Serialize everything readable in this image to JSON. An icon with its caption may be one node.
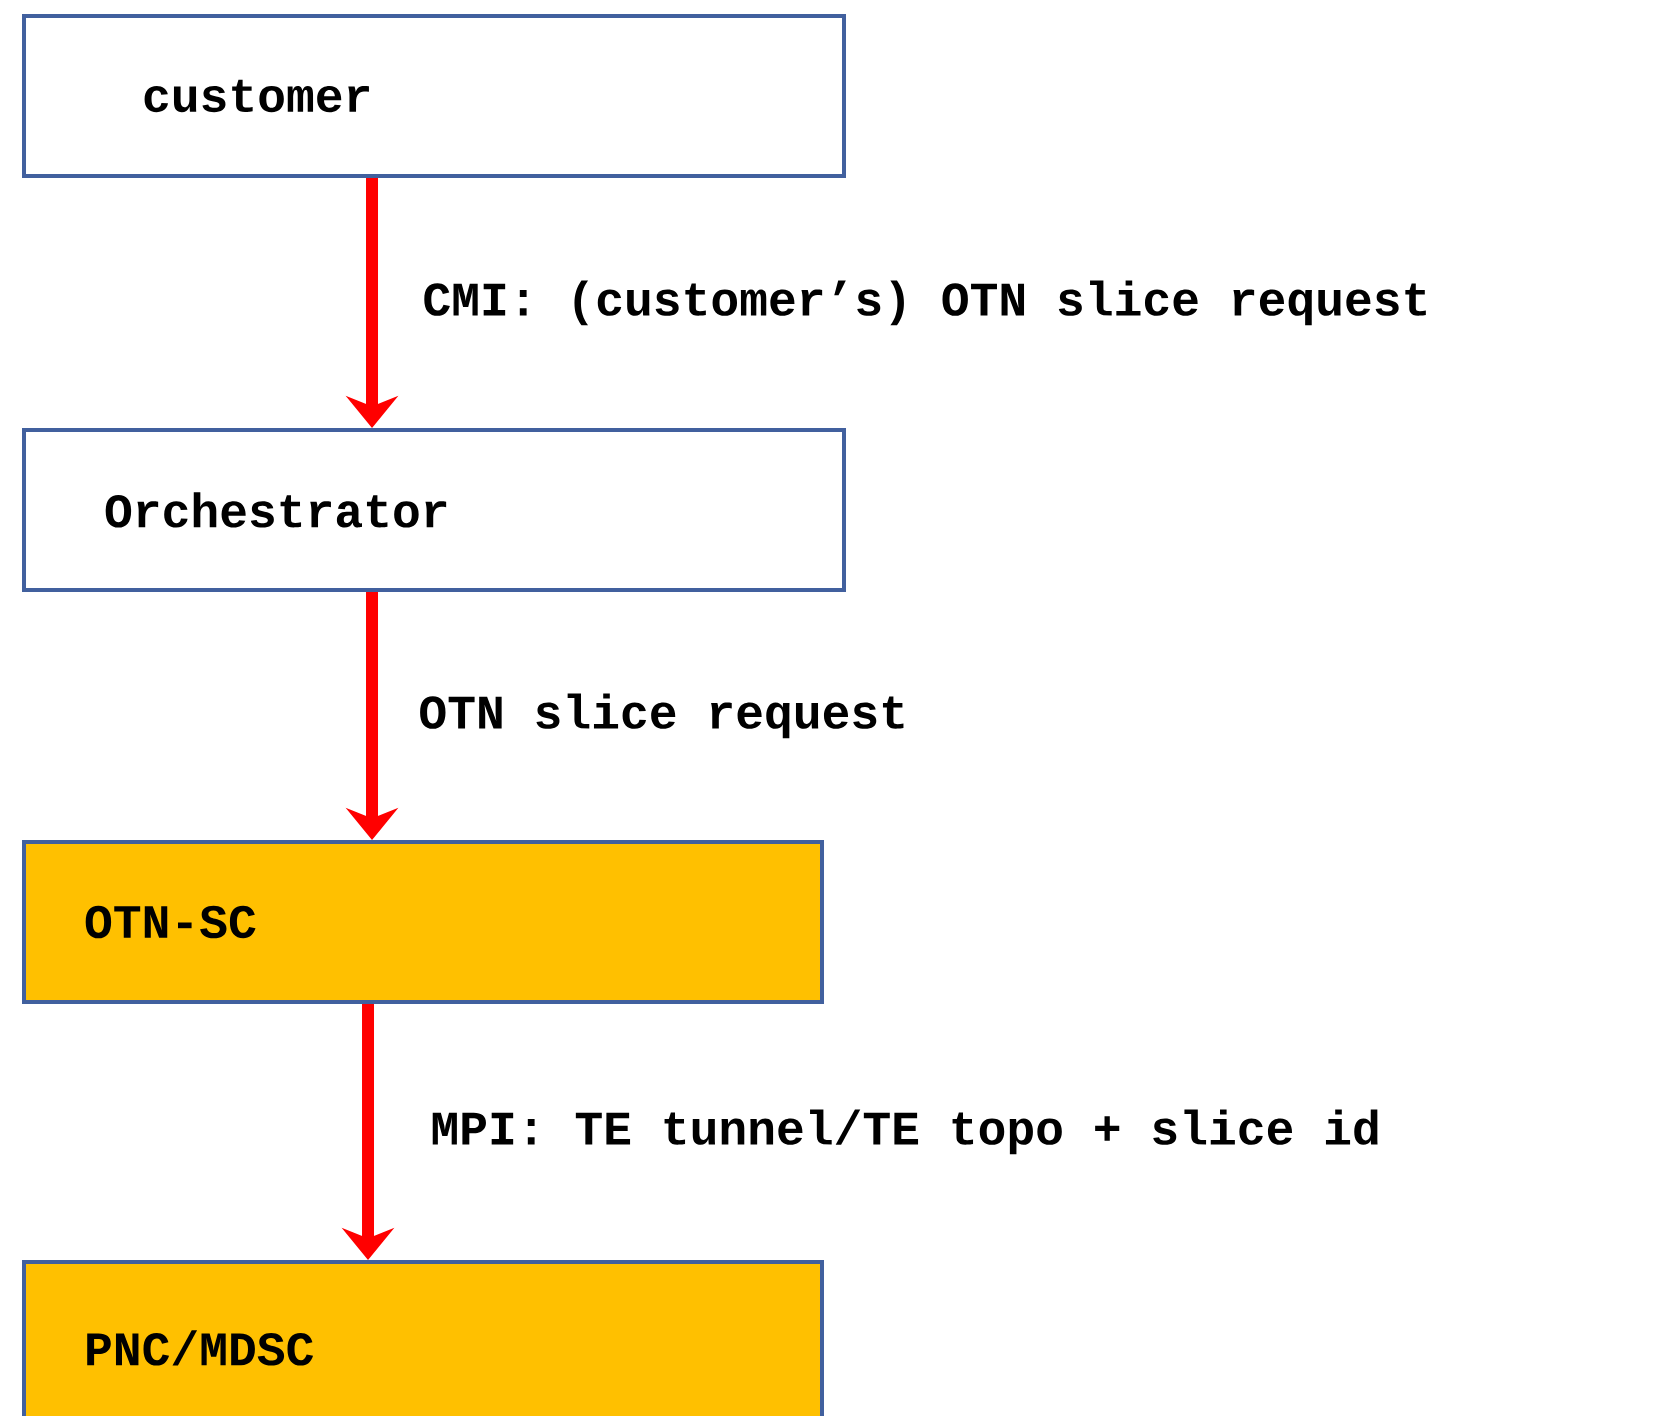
{
  "diagram": {
    "nodes": [
      {
        "text": [
          "customer"
        ]
      },
      {
        "text": [
          "Orchestrator"
        ]
      },
      {
        "text": [
          "OTN-SC"
        ]
      },
      {
        "text": [
          "PNC/MDSC"
        ]
      }
    ],
    "edges": [
      {
        "from": 0,
        "to": 1,
        "arrow": "to",
        "label": "CMI: (customer’s) OTN slice request"
      },
      {
        "from": 1,
        "to": 2,
        "arrow": "to",
        "label": "OTN slice request"
      },
      {
        "from": 2,
        "to": 3,
        "arrow": "to",
        "label": "MPI: TE tunnel/TE topo + slice id"
      }
    ]
  }
}
